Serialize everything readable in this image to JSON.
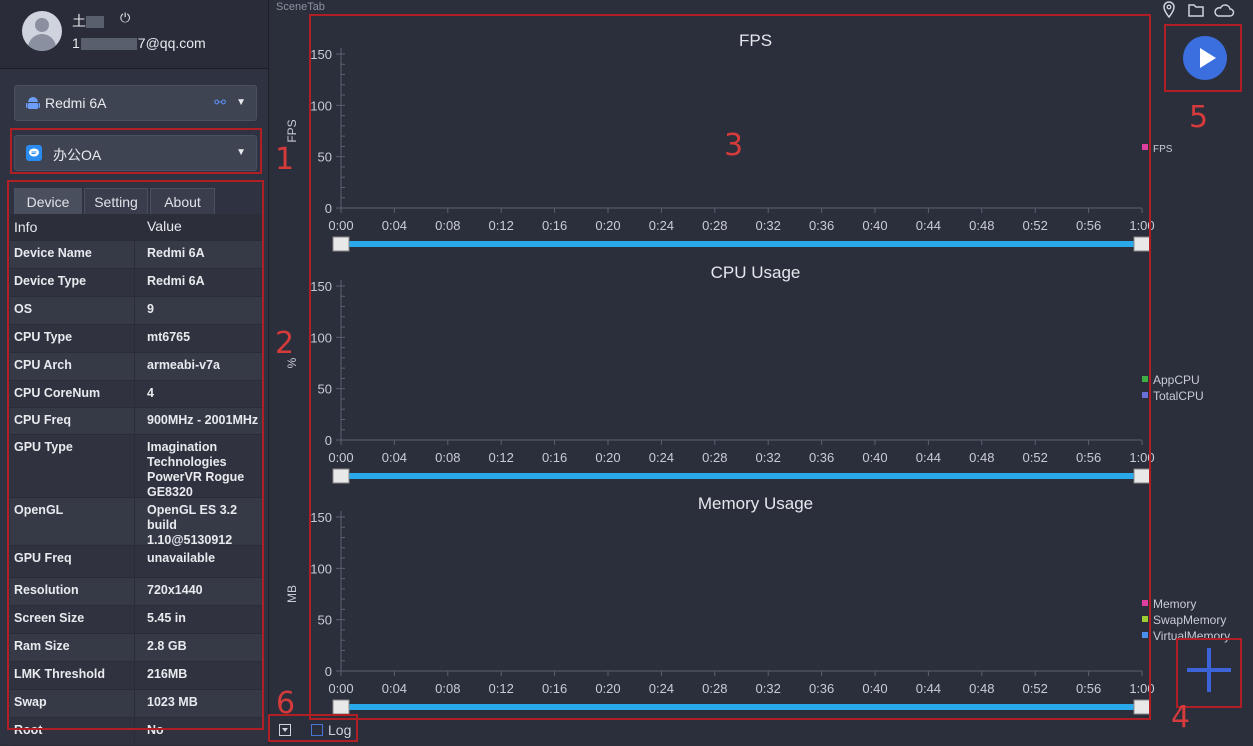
{
  "user": {
    "name_prefix": "土",
    "email_prefix": "1",
    "email_suffix": "7@qq.com"
  },
  "device_select": {
    "label": "Redmi 6A"
  },
  "app_select": {
    "label": "办公OA"
  },
  "tabs": [
    "Device",
    "Setting",
    "About"
  ],
  "table": {
    "headers": [
      "Info",
      "Value"
    ],
    "rows": [
      {
        "k": "Device Name",
        "v": "Redmi 6A"
      },
      {
        "k": "Device Type",
        "v": "Redmi 6A"
      },
      {
        "k": "OS",
        "v": "9"
      },
      {
        "k": "CPU Type",
        "v": "mt6765"
      },
      {
        "k": "CPU Arch",
        "v": "armeabi-v7a"
      },
      {
        "k": "CPU CoreNum",
        "v": "4"
      },
      {
        "k": "CPU Freq",
        "v": "900MHz - 2001MHz"
      },
      {
        "k": "GPU Type",
        "v": "Imagination\nTechnologies\nPowerVR Rogue\nGE8320"
      },
      {
        "k": "OpenGL",
        "v": "OpenGL ES 3.2\nbuild\n1.10@5130912"
      },
      {
        "k": "GPU Freq",
        "v": "unavailable"
      },
      {
        "k": "Resolution",
        "v": "720x1440"
      },
      {
        "k": "Screen Size",
        "v": "5.45 in"
      },
      {
        "k": "Ram Size",
        "v": "2.8 GB"
      },
      {
        "k": "LMK Threshold",
        "v": "216MB"
      },
      {
        "k": "Swap",
        "v": "1023 MB"
      },
      {
        "k": "Root",
        "v": "No"
      }
    ]
  },
  "scene_tab": "SceneTab",
  "annotations": [
    "1",
    "2",
    "3",
    "4",
    "5",
    "6"
  ],
  "log_label": "Log",
  "chart_data": [
    {
      "type": "line",
      "title": "FPS",
      "ylabel": "FPS",
      "ylim": [
        0,
        150
      ],
      "yticks": [
        0,
        50,
        100,
        150
      ],
      "x": [
        "0:00",
        "0:04",
        "0:08",
        "0:12",
        "0:16",
        "0:20",
        "0:24",
        "0:28",
        "0:32",
        "0:36",
        "0:40",
        "0:44",
        "0:48",
        "0:52",
        "0:56",
        "1:00"
      ],
      "series": [
        {
          "name": "FPS",
          "color": "#e040a0",
          "values": []
        }
      ]
    },
    {
      "type": "line",
      "title": "CPU Usage",
      "ylabel": "%",
      "ylim": [
        0,
        150
      ],
      "yticks": [
        0,
        50,
        100,
        150
      ],
      "x": [
        "0:00",
        "0:04",
        "0:08",
        "0:12",
        "0:16",
        "0:20",
        "0:24",
        "0:28",
        "0:32",
        "0:36",
        "0:40",
        "0:44",
        "0:48",
        "0:52",
        "0:56",
        "1:00"
      ],
      "series": [
        {
          "name": "AppCPU",
          "color": "#3cb043",
          "values": []
        },
        {
          "name": "TotalCPU",
          "color": "#6b6fd8",
          "values": []
        }
      ]
    },
    {
      "type": "line",
      "title": "Memory Usage",
      "ylabel": "MB",
      "ylim": [
        0,
        150
      ],
      "yticks": [
        0,
        50,
        100,
        150
      ],
      "x": [
        "0:00",
        "0:04",
        "0:08",
        "0:12",
        "0:16",
        "0:20",
        "0:24",
        "0:28",
        "0:32",
        "0:36",
        "0:40",
        "0:44",
        "0:48",
        "0:52",
        "0:56",
        "1:00"
      ],
      "series": [
        {
          "name": "Memory",
          "color": "#e040a0",
          "values": []
        },
        {
          "name": "SwapMemory",
          "color": "#9acd32",
          "values": []
        },
        {
          "name": "VirtualMemory",
          "color": "#4a8ef0",
          "values": []
        }
      ]
    }
  ]
}
